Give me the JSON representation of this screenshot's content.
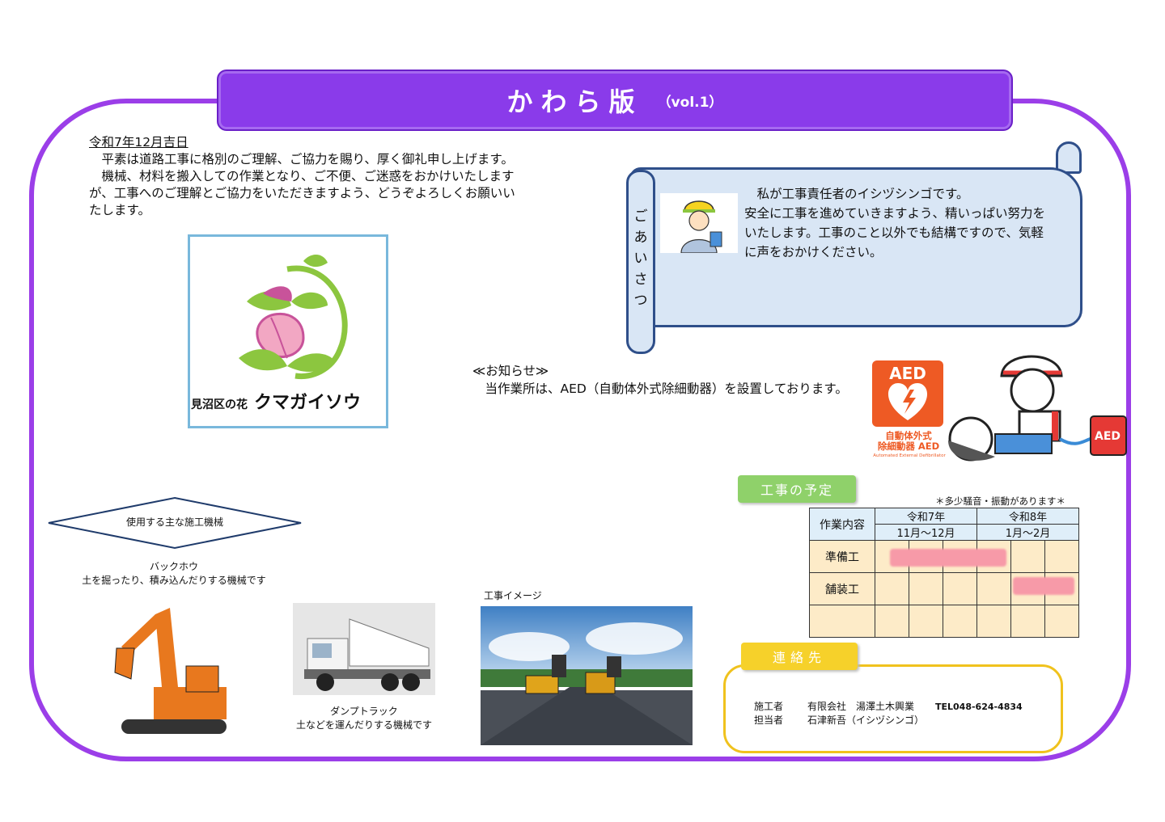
{
  "header": {
    "title": "かわら版",
    "vol": "（vol.1）"
  },
  "intro": {
    "date": "令和7年12月吉日",
    "lines": [
      "　平素は道路工事に格別のご理解、ご協力を賜り、厚く御礼申し上げます。",
      "　機械、材料を搬入しての作業となり、ご不便、ご迷惑をおかけいたします",
      "が、工事へのご理解とご協力をいただきますよう、どうぞよろしくお願いい",
      "たします。"
    ]
  },
  "logo": {
    "prefix": "見沼区の花",
    "name": "クマガイソウ"
  },
  "greeting": {
    "label": "ごあいさつ",
    "lines": [
      "　私が工事責任者のイシヅシンゴです。",
      "安全に工事を進めていきますよう、精いっぱい努力を",
      "いたします。工事のこと以外でも結構ですので、気軽",
      "に声をおかけください。"
    ]
  },
  "notice": {
    "heading": "≪お知らせ≫",
    "body": "　当作業所は、AED（自動体外式除細動器）を設置しております。",
    "aed_logo": "AED",
    "aed_sub1": "自動体外式",
    "aed_sub2": "除細動器 AED",
    "aed_tiny": "Automated External Defibrillator",
    "aed_box": "AED"
  },
  "schedule": {
    "label": "工事の予定",
    "note": "＊多少騒音・振動があります＊",
    "col_header": "作業内容",
    "periods": [
      {
        "year": "令和7年",
        "months": "11月～12月"
      },
      {
        "year": "令和8年",
        "months": "1月～2月"
      }
    ],
    "rows": [
      {
        "name": "準備工"
      },
      {
        "name": "舗装工"
      },
      {
        "name": ""
      }
    ],
    "bar_color": "#f79aa8"
  },
  "contact": {
    "label": "連絡先",
    "rows": [
      {
        "key": "施工者",
        "value": "有限会社　湯澤土木興業",
        "extra": "TEL048-624-4834"
      },
      {
        "key": "担当者",
        "value": "石津新吾（イシヅシンゴ）",
        "extra": ""
      }
    ]
  },
  "machines": {
    "heading": "使用する主な施工機械",
    "backhoe_name": "バックホウ",
    "backhoe_desc": "土を掘ったり、積み込んだりする機械です",
    "dump_name": "ダンプトラック",
    "dump_desc": "土などを運んだりする機械です",
    "image_caption": "工事イメージ"
  },
  "colors": {
    "frame": "#9b3ee8",
    "title_bg": "#8a3bea",
    "schedule_label": "#8fd16a",
    "contact_label": "#f6d12a",
    "aed": "#ee5a24"
  }
}
